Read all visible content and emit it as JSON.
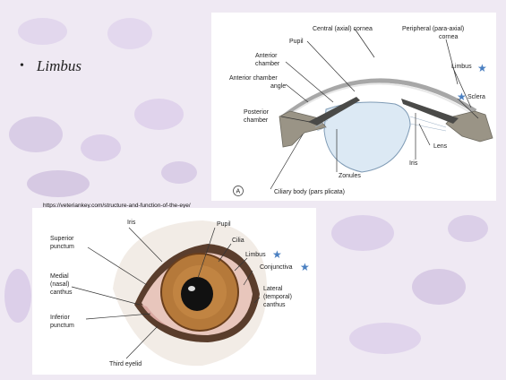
{
  "slide": {
    "bullet_symbol": "•",
    "bullet_text": "Limbus",
    "background_color": "#efe9f3",
    "background_pattern": "purple stained tissue cells"
  },
  "figure_top": {
    "labels": {
      "central_cornea": "Central (axial) cornea",
      "peripheral_cornea_1": "Peripheral (para-axial)",
      "peripheral_cornea_2": "cornea",
      "pupil": "Pupil",
      "anterior_chamber_1": "Anterior",
      "anterior_chamber_2": "chamber",
      "ac_angle_1": "Anterior chamber",
      "ac_angle_2": "angle",
      "posterior_chamber_1": "Posterior",
      "posterior_chamber_2": "chamber",
      "limbus": "Limbus",
      "sclera": "Sclera",
      "lens": "Lens",
      "iris": "Iris",
      "zonules": "Zonules",
      "ciliary_body": "Ciliary body (pars plicata)",
      "panel_letter": "A"
    },
    "star_color": "#4a7fc1"
  },
  "source_url": "https://veteriankey.com/structure-and-function-of-the-eye/",
  "figure_bottom": {
    "labels": {
      "superior_punctum_1": "Superior",
      "superior_punctum_2": "punctum",
      "iris": "Iris",
      "pupil": "Pupil",
      "cilia": "Cilia",
      "limbus": "Limbus",
      "conjunctiva": "Conjunctiva",
      "medial_canthus_1": "Medial",
      "medial_canthus_2": "(nasal)",
      "medial_canthus_3": "canthus",
      "inferior_punctum_1": "Inferior",
      "inferior_punctum_2": "punctum",
      "lateral_canthus_1": "Lateral",
      "lateral_canthus_2": "(temporal)",
      "lateral_canthus_3": "canthus",
      "third_eyelid": "Third eyelid"
    },
    "iris_color": "#b5793a"
  }
}
